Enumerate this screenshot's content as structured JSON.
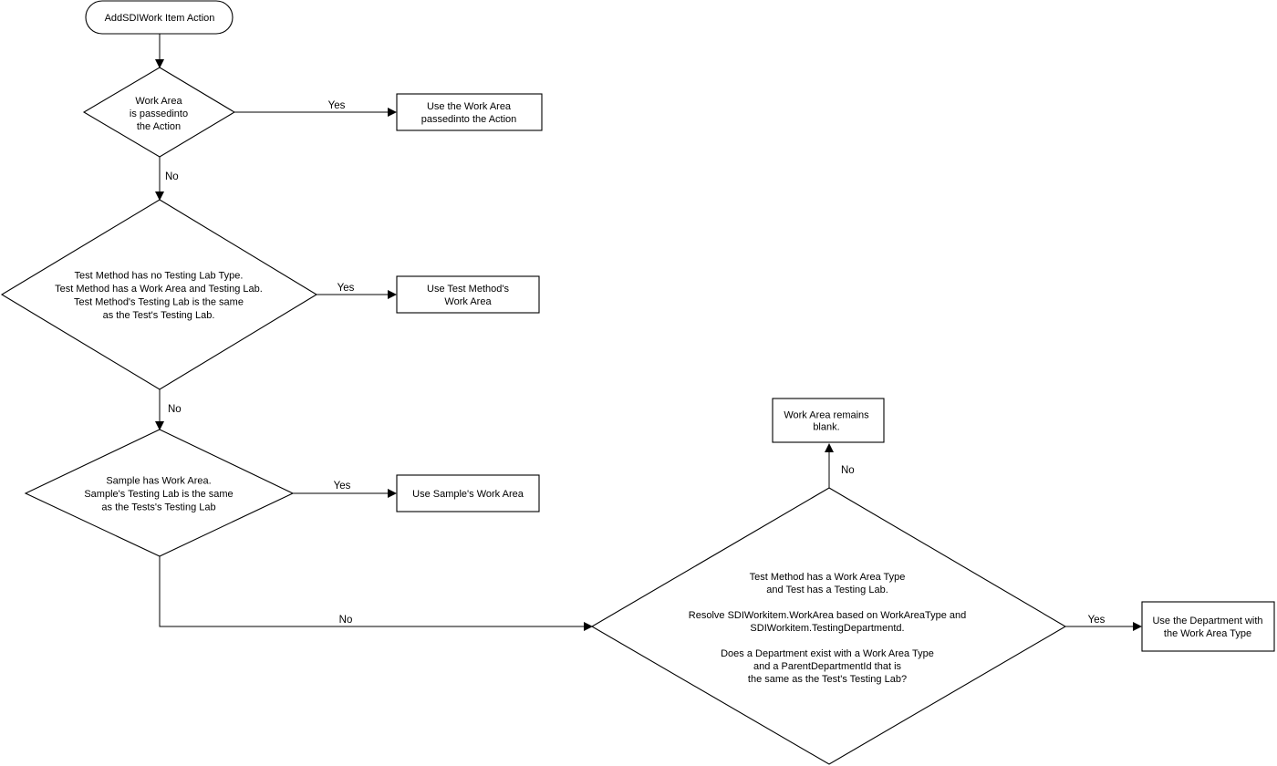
{
  "start": {
    "lines": [
      "AddSDIWork Item Action"
    ]
  },
  "decisions": {
    "d1": {
      "lines": [
        "Work Area",
        "is passedinto",
        "the Action"
      ]
    },
    "d2": {
      "lines": [
        "Test Method has no Testing Lab Type.",
        "Test Method has a Work Area and Testing Lab.",
        "Test Method's Testing Lab is the same",
        "as the Test's Testing Lab."
      ]
    },
    "d3": {
      "lines": [
        "Sample has Work Area.",
        "Sample's Testing Lab is the same",
        "as the Tests's Testing Lab"
      ]
    },
    "d4": {
      "lines": [
        "Test Method has a Work Area Type",
        "and Test has a Testing Lab.",
        "",
        "Resolve SDIWorkitem.WorkArea based on WorkAreaType and",
        "SDIWorkitem.TestingDepartmentd.",
        "",
        "Does a Department exist with a Work Area Type",
        "and a ParentDepartmentId that is",
        "the same as the Test's Testing Lab?"
      ]
    }
  },
  "outcomes": {
    "r1": {
      "lines": [
        "Use the Work Area",
        "passedinto the Action"
      ]
    },
    "r2": {
      "lines": [
        "Use Test Method's",
        "Work Area"
      ]
    },
    "r3": {
      "lines": [
        "Use Sample's Work Area"
      ]
    },
    "r4": {
      "lines": [
        "Work Area remains",
        "blank."
      ]
    },
    "r5": {
      "lines": [
        "Use the Department with",
        "the Work Area Type"
      ]
    }
  },
  "edge_labels": {
    "d1_yes": "Yes",
    "d1_no": "No",
    "d2_yes": "Yes",
    "d2_no": "No",
    "d3_yes": "Yes",
    "d3_no": "No",
    "d4_no": "No",
    "d4_yes": "Yes"
  }
}
